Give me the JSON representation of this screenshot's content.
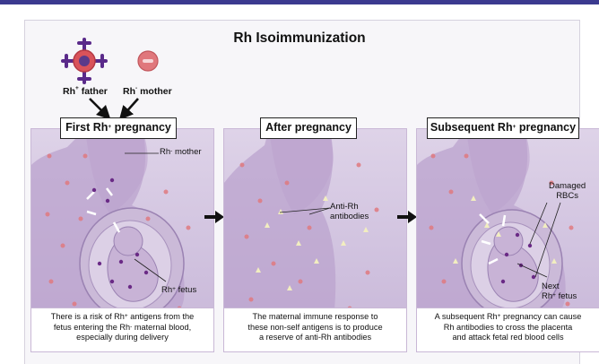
{
  "title": "Rh Isoimmunization",
  "legend": {
    "father_label": "Rh",
    "father_sup": "+",
    "father_suffix": " father",
    "mother_label": "Rh",
    "mother_sup": "-",
    "mother_suffix": " mother"
  },
  "stages": [
    {
      "label_pre": "First Rh",
      "label_sup": "+",
      "label_post": " pregnancy",
      "caption_lines": [
        "There is a risk of Rh",
        "antigens from the",
        "fetus entering the Rh",
        " maternal blood,",
        "especially during delivery"
      ],
      "ann_mother_pre": "Rh",
      "ann_mother_sup": "-",
      "ann_mother_post": " mother",
      "ann_fetus_pre": "Rh",
      "ann_fetus_sup": "+",
      "ann_fetus_post": " fetus"
    },
    {
      "label": "After pregnancy",
      "caption_line1": "The maternal immune response to",
      "caption_line2": "these non-self antigens is to produce",
      "caption_line3": "a reserve of anti-Rh antibodies",
      "ann_line1": "Anti-Rh",
      "ann_line2": "antibodies"
    },
    {
      "label_pre": "Subsequent Rh",
      "label_sup": "+",
      "label_post": " pregnancy",
      "caption_line1_pre": "A subsequent Rh",
      "caption_line1_sup": "+",
      "caption_line1_post": " pregnancy can cause",
      "caption_line2": "Rh antibodies to cross the placenta",
      "caption_line3": "and attack fetal red blood cells",
      "ann_damaged_line1": "Damaged",
      "ann_damaged_line2": "RBCs",
      "ann_next_line1": "Next",
      "ann_next_pre": "Rh",
      "ann_next_sup": "+",
      "ann_next_post": " fetus"
    }
  ],
  "colors": {
    "frame_bar": "#3b3a8f",
    "panel_bg": "#d2c4e0",
    "body": "#bfa9cf",
    "antigen": "#5a2a8a",
    "rbc": "#d9535a"
  }
}
